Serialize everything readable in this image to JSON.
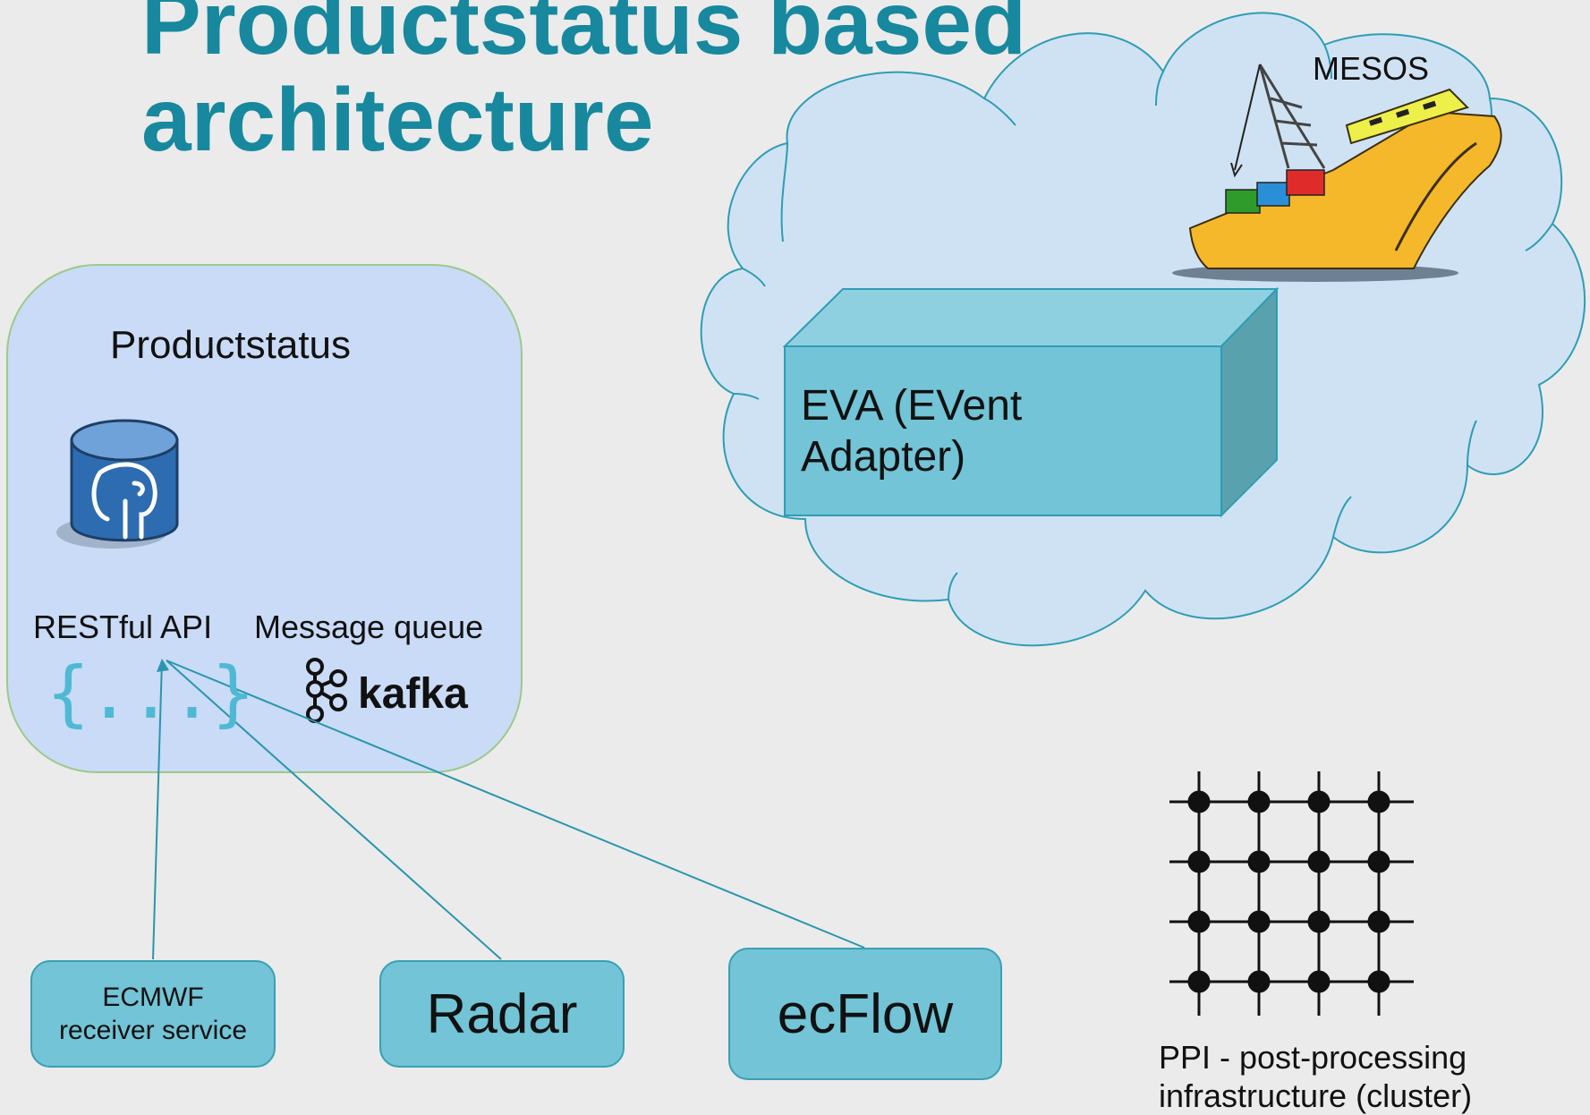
{
  "title": {
    "line1": "Productstatus based",
    "line2": "architecture"
  },
  "productstatus": {
    "label": "Productstatus",
    "restful_label": "RESTful API",
    "rest_symbol": "{...}",
    "mq_label": "Message queue",
    "kafka_text": "kafka"
  },
  "cloud": {
    "mesos_label": "MESOS",
    "eva_label": "EVA (EVent Adapter)"
  },
  "sources": {
    "ecmwf": "ECMWF receiver service",
    "radar": "Radar",
    "ecflow": "ecFlow"
  },
  "ppi": {
    "label": "PPI - post-processing infrastructure (cluster)"
  },
  "colors": {
    "title": "#17889e",
    "productstatus_fill": "#c9dbf6",
    "productstatus_border": "#9cc98a",
    "cloud_fill": "#cfe2f3",
    "cloud_stroke": "#2e9db5",
    "box_fill": "#72c4d6",
    "arrow": "#2996ad"
  },
  "icons": [
    "postgresql-elephant-icon",
    "kafka-logo-icon",
    "ship-icon",
    "grid-cluster-icon"
  ]
}
